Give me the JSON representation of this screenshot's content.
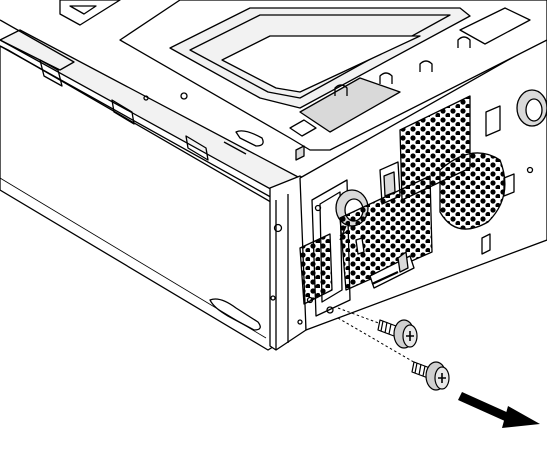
{
  "illustration": {
    "kind": "line-art",
    "colors": {
      "stroke": "#000000",
      "background": "#ffffff",
      "fill_light": "#f2f2f2",
      "fill_mid": "#d9d9d9",
      "screw_fill": "#cfcfcf",
      "arrow": "#000000"
    },
    "icons": [
      "computer-chassis",
      "screw",
      "removal-arrow"
    ],
    "screw_count": 2
  }
}
